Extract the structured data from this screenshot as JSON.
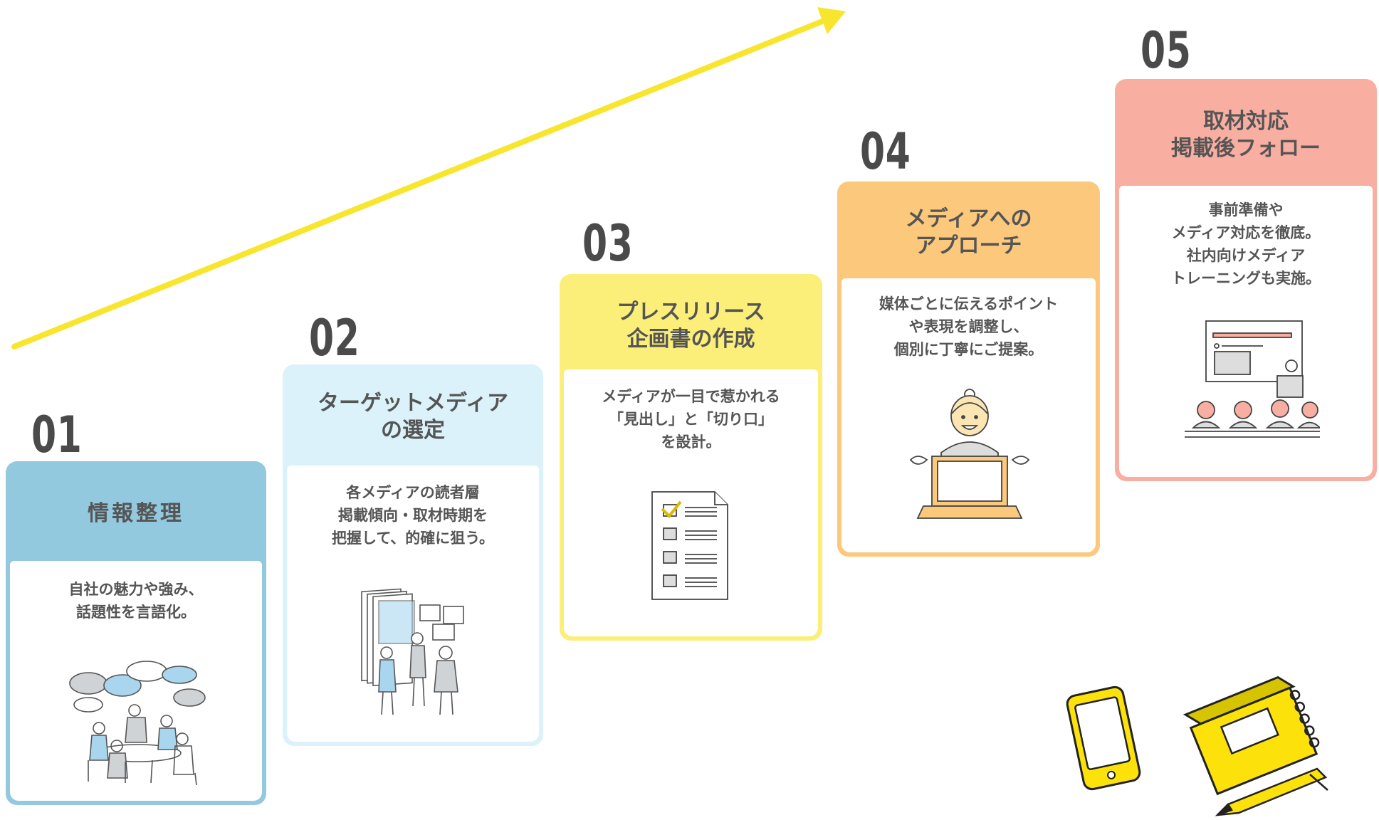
{
  "colors": {
    "arrow": "#f7e52e",
    "step1": "#92c9df",
    "step2": "#dcf2fb",
    "step3": "#fbef7a",
    "step4": "#fbc87c",
    "step5": "#f9aea2"
  },
  "steps": [
    {
      "number": "01",
      "title": "情報整理",
      "description": "自社の魅力や強み、\n話題性を言語化。",
      "icon": "team-discussion-icon"
    },
    {
      "number": "02",
      "title": "ターゲットメディア\nの選定",
      "description": "各メディアの読者層\n掲載傾向・取材時期を\n把握して、的確に狙う。",
      "icon": "research-board-icon"
    },
    {
      "number": "03",
      "title": "プレスリリース\n企画書の作成",
      "description": "メディアが一目で惹かれる\n「見出し」と「切り口」\nを設計。",
      "icon": "checklist-document-icon"
    },
    {
      "number": "04",
      "title": "メディアへの\nアプローチ",
      "description": "媒体ごとに伝えるポイント\nや表現を調整し、\n個別に丁寧にご提案。",
      "icon": "presenter-laptop-icon"
    },
    {
      "number": "05",
      "title": "取材対応\n掲載後フォロー",
      "description": "事前準備や\nメディア対応を徹底。\n社内向けメディア\nトレーニングも実施。",
      "icon": "training-seminar-icon"
    }
  ],
  "decoration": {
    "icons": [
      "smartphone-icon",
      "notebook-icon",
      "pen-icon"
    ]
  }
}
